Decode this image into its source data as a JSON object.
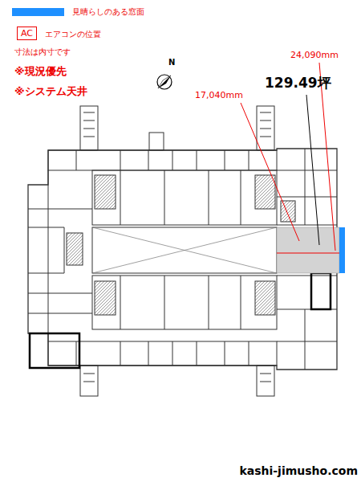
{
  "diagram": {
    "labels": [
      "AC",
      "寸法は内寸です",
      "※現況優先",
      "※システム天井",
      "N",
      "24,090mm",
      "17,040mm",
      "129.49坪",
      "kashi-jimusho.com"
    ],
    "legend": [
      {
        "text": "見晴らしのある窓面",
        "color": "#1e90ff"
      },
      {
        "text": "エアコンの位置"
      }
    ]
  }
}
